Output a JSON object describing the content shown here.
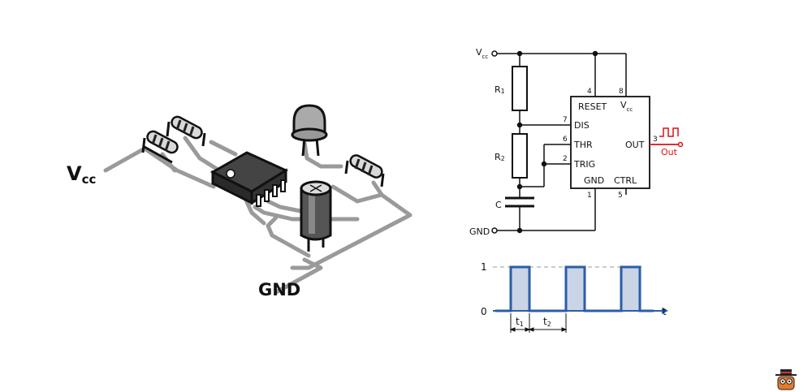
{
  "breadboard": {
    "vcc": "V",
    "vcc_sub": "cc",
    "gnd": "GND"
  },
  "schematic": {
    "vcc": "V",
    "vcc_sub": "cc",
    "gnd": "GND",
    "r1": "R",
    "r1_sub": "1",
    "r2": "R",
    "r2_sub": "2",
    "cap": "C",
    "pins": {
      "reset": "RESET",
      "vcc": "V",
      "vcc_sub": "cc",
      "dis": "DIS",
      "thr": "THR",
      "trig": "TRIG",
      "out": "OUT",
      "gnd": "GND",
      "ctrl": "CTRL"
    },
    "pin_numbers": {
      "p4": "4",
      "p8": "8",
      "p7": "7",
      "p6": "6",
      "p2": "2",
      "p3": "3",
      "p1": "1",
      "p5": "5"
    },
    "out_label": "Out",
    "colors": {
      "out": "#dd1111",
      "wire": "#111111"
    }
  },
  "timing": {
    "level_high": "1",
    "level_low": "0",
    "t_axis": "t",
    "t1": "t",
    "t1_sub": "1",
    "t2": "t",
    "t2_sub": "2",
    "colors": {
      "pulse_line": "#2b5ea8",
      "pulse_fill": "#c9d4e6"
    }
  },
  "logo": {
    "icon": "wizard-hat-face-icon"
  }
}
